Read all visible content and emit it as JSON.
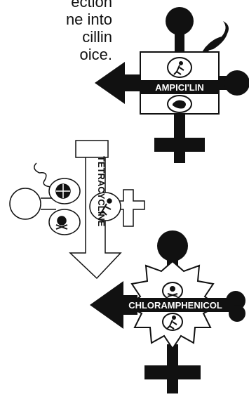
{
  "text_lines": [
    "ection",
    "ne into",
    "cillin",
    "oice."
  ],
  "labels": {
    "ampicillin": "AMPICI'LIN",
    "tetracycline": "TETRACYCLINE",
    "chloramphenicol": "CHLORAMPHENICOL"
  },
  "icons": {
    "ampicillin_top": "runner-icon",
    "ampicillin_bottom": "hand-icon",
    "tetracycline_top": "globe-icon",
    "tetracycline_left": "skull-icon",
    "tetracycline_right": "runner-icon",
    "chloramphenicol_top": "skull-icon",
    "chloramphenicol_bottom": "runner-icon"
  },
  "colors": {
    "ink": "#111111",
    "paper": "#ffffff"
  }
}
